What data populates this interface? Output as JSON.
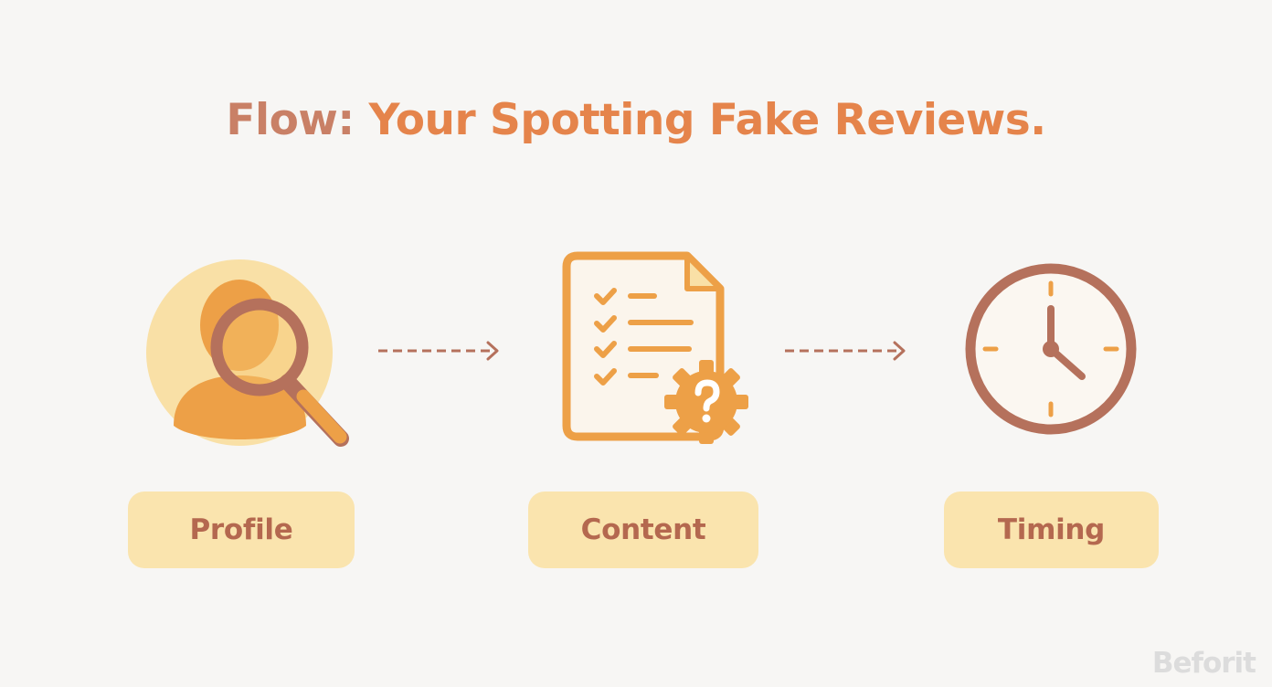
{
  "title": {
    "prefix": "Flow:",
    "main": "Your Spotting Fake Reviews."
  },
  "steps": [
    {
      "label": "Profile",
      "icon": "profile-search-icon"
    },
    {
      "label": "Content",
      "icon": "document-checklist-gear-icon"
    },
    {
      "label": "Timing",
      "icon": "clock-icon"
    }
  ],
  "colors": {
    "title_prefix": "#c98066",
    "title_main": "#e5844b",
    "orange": "#eda047",
    "brown": "#b5715c",
    "light_yellow": "#f9e0a6",
    "label_bg": "#fae4ae",
    "label_text": "#b4684f",
    "background": "#f7f6f4"
  },
  "watermark": "Beforit"
}
